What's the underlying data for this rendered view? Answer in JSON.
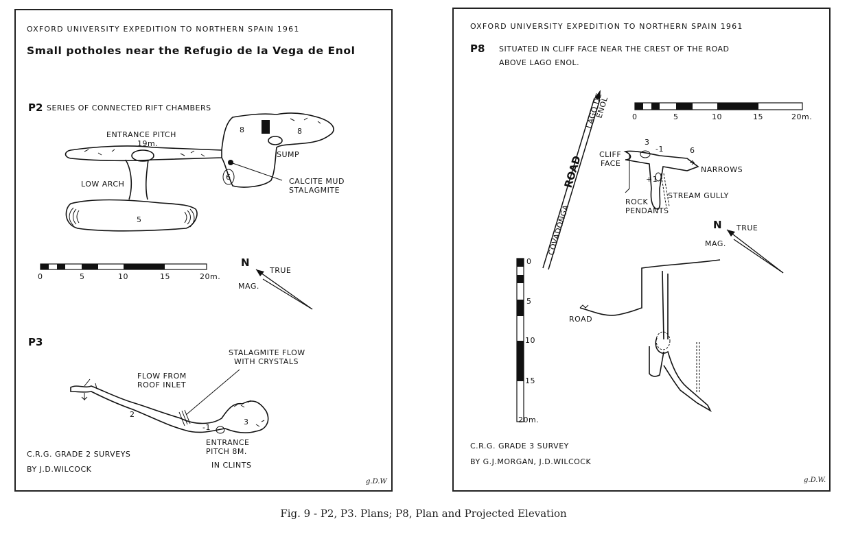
{
  "caption": "Fig. 9 - P2, P3. Plans; P8, Plan and Projected Elevation",
  "left_panel": {
    "header": "OXFORD UNIVERSITY EXPEDITION TO NORTHERN SPAIN 1961",
    "title": "Small potholes near the Refugio de la Vega de Enol",
    "p2": {
      "id": "P2",
      "subtitle": "SERIES OF CONNECTED RIFT CHAMBERS",
      "entrance_pitch": "ENTRANCE PITCH",
      "pitch_depth": "19m.",
      "low_arch": "LOW ARCH",
      "sump": "SUMP",
      "calcite_mud": "CALCITE MUD",
      "stalagmite": "STALAGMITE",
      "depths": [
        "8",
        "8",
        "5",
        "6"
      ]
    },
    "scale_labels": [
      "0",
      "5",
      "10",
      "15",
      "20m."
    ],
    "north": {
      "n": "N",
      "true_label": "TRUE",
      "mag_label": "MAG."
    },
    "p3": {
      "id": "P3",
      "stal_flow_1": "STALAGMITE FLOW",
      "stal_flow_2": "WITH CRYSTALS",
      "flow_1": "FLOW FROM",
      "flow_2": "ROOF INLET",
      "entrance_1": "ENTRANCE",
      "entrance_2": "PITCH 8M.",
      "entrance_3": "IN CLINTS",
      "depths": [
        "2",
        "-1",
        "3"
      ]
    },
    "credits_1": "C.R.G. GRADE 2 SURVEYS",
    "credits_2": "BY J.D.WILCOCK",
    "signature": "g.D.W"
  },
  "right_panel": {
    "header": "OXFORD UNIVERSITY EXPEDITION TO NORTHERN SPAIN 1961",
    "p8": {
      "id": "P8",
      "desc_1": "SITUATED IN CLIFF FACE NEAR THE CREST OF THE ROAD",
      "desc_2": "ABOVE LAGO ENOL.",
      "road": "ROAD",
      "covadonga": "COVADONGA",
      "lago": "LAGO DE",
      "enol": "ENOL",
      "cliff": "CLIFF",
      "face": "FACE",
      "narrows": "NARROWS",
      "stream_gully": "STREAM GULLY",
      "rock": "ROCK",
      "pendants": "PENDANTS",
      "depths": [
        "3",
        "-1",
        "6",
        "+1"
      ],
      "elevation_road": "ROAD"
    },
    "scale_labels": [
      "0",
      "5",
      "10",
      "15",
      "20m."
    ],
    "vscale_labels": [
      "0",
      "5",
      "10",
      "15",
      "20m."
    ],
    "north": {
      "n": "N",
      "true_label": "TRUE",
      "mag_label": "MAG."
    },
    "credits_1": "C.R.G. GRADE 3 SURVEY",
    "credits_2": "BY G.J.MORGAN, J.D.WILCOCK",
    "signature": "g.D.W."
  }
}
